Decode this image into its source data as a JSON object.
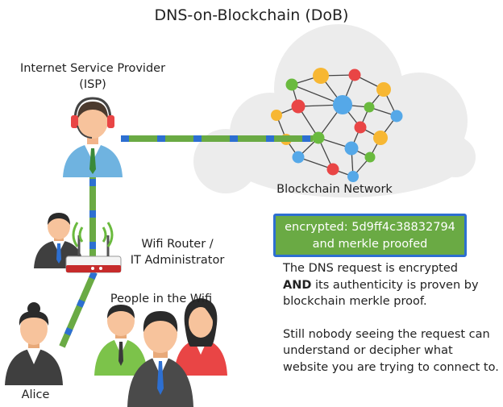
{
  "title": "DNS-on-Blockchain (DoB)",
  "nodes": {
    "isp_line1": "Internet Service Provider",
    "isp_line2": "(ISP)",
    "blockchain": "Blockchain Network",
    "router_line1": "Wifi Router /",
    "router_line2": "IT Administrator",
    "people": "People in the Wifi",
    "alice": "Alice"
  },
  "message": {
    "line1": "encrypted: 5d9ff4c38832794",
    "line2": "and merkle proofed"
  },
  "description": {
    "p1_bold": "AND",
    "p1_before": "The DNS request is encrypted",
    "p1_after": "its authenticity is proven by blockchain merkle proof.",
    "p2": "Still nobody seeing the request can understand or decipher what website you are trying to connect to."
  },
  "colors": {
    "green": "#6aaa44",
    "blue": "#2d6fd1",
    "cloud": "#eeeeee"
  }
}
